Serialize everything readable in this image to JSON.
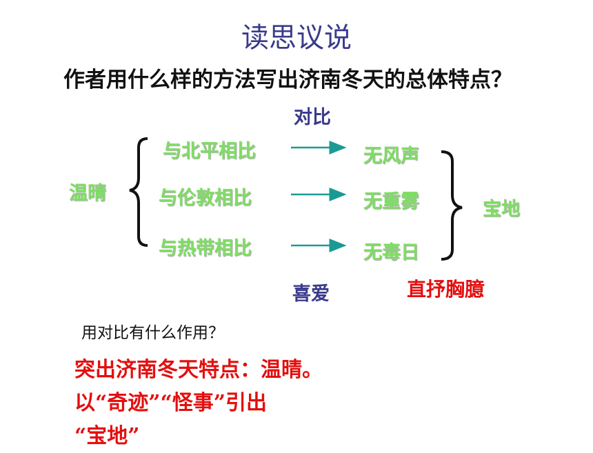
{
  "title": "读思议说",
  "question": "作者用什么样的方法写出济南冬天的总体特点？",
  "method_label": "对比",
  "center_label": "温晴",
  "comparisons": [
    "与北平相比",
    "与伦敦相比",
    "与热带相比"
  ],
  "results": [
    "无风声",
    "无重雾",
    "无毒日"
  ],
  "conclusion": "宝地",
  "emotion_label": "喜爱",
  "expression_label": "直抒胸臆",
  "followup_question": "用对比有什么作用？",
  "answer_lines": [
    "突出济南冬天特点：温晴。",
    "以“奇迹”“怪事”引出",
    "“宝地”"
  ],
  "colors": {
    "title": "#3a3a8c",
    "green_text": "#7ede63",
    "red_text": "#e30f0f",
    "arrow": "#1a9a92",
    "bracket": "#111111"
  }
}
